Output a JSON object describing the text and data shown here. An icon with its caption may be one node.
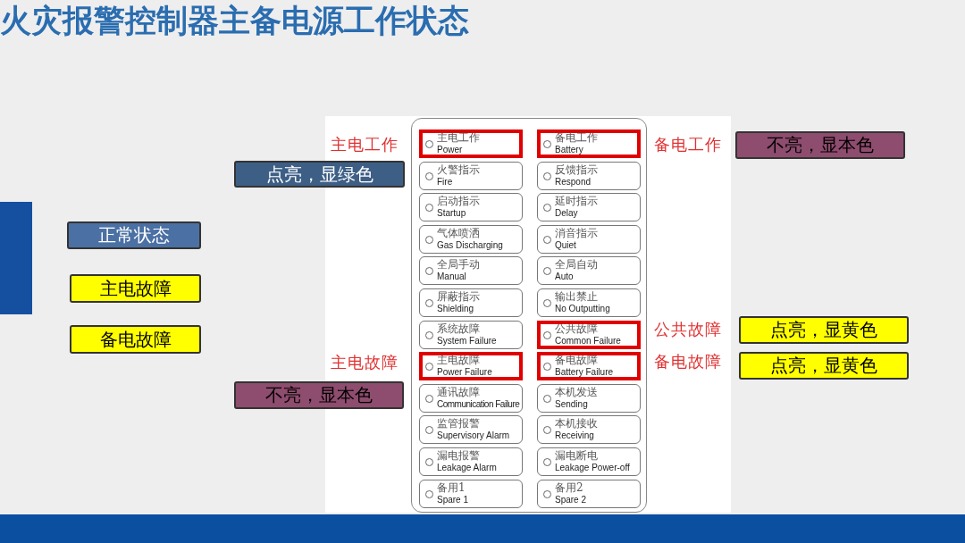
{
  "diagram": {
    "title": "火灾报警控制器主备电源工作状态",
    "nodes": [
      {
        "text": [],
        "shape": "box"
      },
      {
        "text": [
          "主电工作",
          "Power"
        ],
        "in": 0
      },
      {
        "text": [
          "备电工作",
          "Battery"
        ],
        "in": 0
      },
      {
        "text": [
          "火警指示",
          "Fire"
        ],
        "in": 0
      },
      {
        "text": [
          "反馈指示",
          "Respond"
        ],
        "in": 0
      },
      {
        "text": [
          "启动指示",
          "Startup"
        ],
        "in": 0
      },
      {
        "text": [
          "延时指示",
          "Delay"
        ],
        "in": 0
      },
      {
        "text": [
          "气体喷洒",
          "Gas Discharging"
        ],
        "in": 0
      },
      {
        "text": [
          "消音指示",
          "Quiet"
        ],
        "in": 0
      },
      {
        "text": [
          "全局手动",
          "Manual"
        ],
        "in": 0
      },
      {
        "text": [
          "全局自动",
          "Auto"
        ],
        "in": 0
      },
      {
        "text": [
          "屏蔽指示",
          "Shielding"
        ],
        "in": 0
      },
      {
        "text": [
          "输出禁止",
          "No Outputting"
        ],
        "in": 0
      },
      {
        "text": [
          "系统故障",
          "System Failure"
        ],
        "in": 0
      },
      {
        "text": [
          "公共故障",
          "Common Failure"
        ],
        "in": 0
      },
      {
        "text": [
          "主电故障",
          "Power Failure"
        ],
        "in": 0
      },
      {
        "text": [
          "备电故障",
          "Battery Failure"
        ],
        "in": 0
      },
      {
        "text": [
          "通讯故障",
          "Communication Failure"
        ],
        "in": 0
      },
      {
        "text": [
          "本机发送",
          "Sending"
        ],
        "in": 0
      },
      {
        "text": [
          "监管报警",
          "Supervisory Alarm"
        ],
        "in": 0
      },
      {
        "text": [
          "本机接收",
          "Receiving"
        ],
        "in": 0
      },
      {
        "text": [
          "漏电报警",
          "Leakage Alarm"
        ],
        "in": 0
      },
      {
        "text": [
          "漏电断电",
          "Leakage Power-off"
        ],
        "in": 0
      },
      {
        "text": [
          "备用1",
          "Spare 1"
        ],
        "in": 0
      },
      {
        "text": [
          "备用2",
          "Spare 2"
        ],
        "in": 0
      },
      {
        "text": [
          "不亮，显本色"
        ]
      },
      {
        "text": [
          "点亮，显绿色"
        ]
      },
      {
        "text": [
          "正常状态"
        ]
      },
      {
        "text": [
          "主电故障"
        ]
      },
      {
        "text": [
          "备电故障"
        ]
      },
      {
        "text": [
          "点亮，显黄色"
        ]
      },
      {
        "text": [
          "点亮，显黄色"
        ]
      },
      {
        "text": [
          "不亮，显本色"
        ]
      }
    ],
    "edges": [],
    "labels": [
      "主电工作",
      "备电工作",
      "公共故障",
      "主电故障",
      "备电故障"
    ]
  }
}
